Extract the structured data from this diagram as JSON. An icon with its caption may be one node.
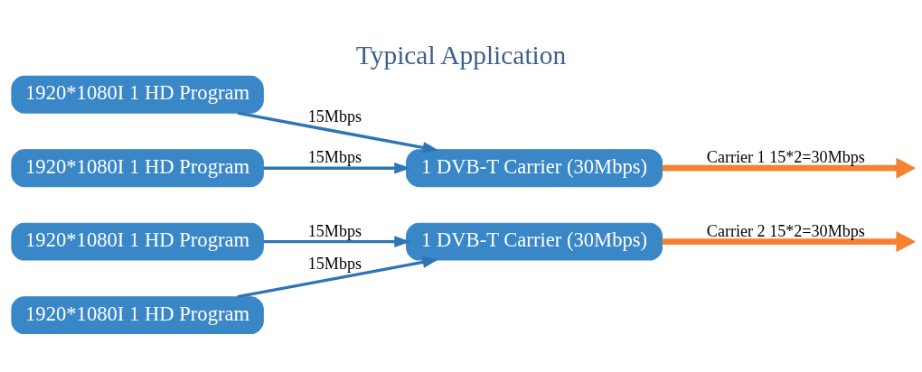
{
  "diagram": {
    "title": "Typical Application",
    "nodes": [
      {
        "text": [
          "1920*1080I 1 HD Program"
        ]
      },
      {
        "text": [
          "1920*1080I 1 HD Program"
        ]
      },
      {
        "text": [
          "1 DVB-T Carrier (30Mbps)"
        ]
      },
      {
        "text": [
          "1920*1080I 1 HD Program"
        ]
      },
      {
        "text": [
          "1920*1080I 1 HD Program"
        ]
      },
      {
        "text": [
          "1 DVB-T Carrier (30Mbps)"
        ]
      }
    ],
    "edges": [
      {
        "from": 0,
        "to": 2,
        "arrow": "to",
        "label": "15Mbps"
      },
      {
        "from": 1,
        "to": 2,
        "arrow": "to",
        "label": "15Mbps"
      },
      {
        "from": 2,
        "to": null,
        "arrow": "to",
        "label": "Carrier 1 15*2=30Mbps",
        "style": "thick",
        "color": "#f58233"
      },
      {
        "from": 3,
        "to": 5,
        "arrow": "to",
        "label": "15Mbps"
      },
      {
        "from": 4,
        "to": 5,
        "arrow": "to",
        "label": "15Mbps"
      },
      {
        "from": 5,
        "to": null,
        "arrow": "to",
        "label": "Carrier 2 15*2=30Mbps",
        "style": "thick",
        "color": "#f58233"
      }
    ]
  }
}
